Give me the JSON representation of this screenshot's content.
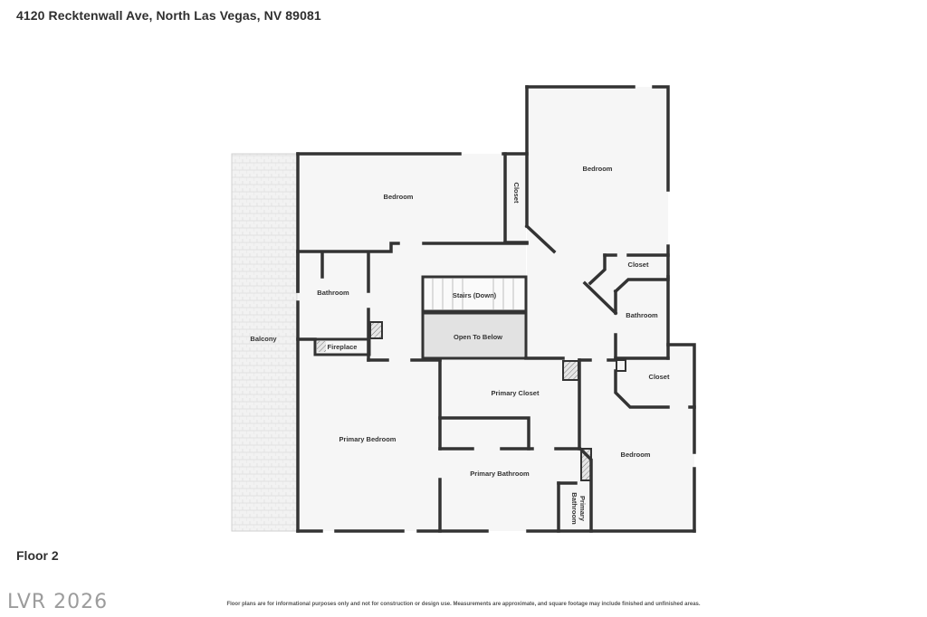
{
  "header": {
    "address": "4120 Recktenwall Ave, North Las Vegas, NV 89081"
  },
  "floor": {
    "label": "Floor 2"
  },
  "watermark": {
    "text": "LVR 2026"
  },
  "disclaimer": {
    "text": "Floor plans are for informational purposes only and not for construction or design use. Measurements are approximate, and square footage may include finished and unfinished areas."
  },
  "rooms": {
    "bedroom_top": "Bedroom",
    "closet_top": "Closet",
    "bedroom_upper_right": "Bedroom",
    "closet_right": "Closet",
    "bathroom_right": "Bathroom",
    "bathroom_left": "Bathroom",
    "stairs": "Stairs (Down)",
    "open_to_below": "Open To Below",
    "fireplace": "Fireplace",
    "balcony": "Balcony",
    "primary_closet": "Primary Closet",
    "closet_lower_right": "Closet",
    "primary_bedroom": "Primary Bedroom",
    "primary_bathroom": "Primary Bathroom",
    "bedroom_lower_right": "Bedroom",
    "primary_bathroom_small_1": "Primary",
    "primary_bathroom_small_2": "Bathroom"
  },
  "colors": {
    "wall": "#333333",
    "floor": "#f4f4f4",
    "shaded": "#dcdcdc"
  }
}
